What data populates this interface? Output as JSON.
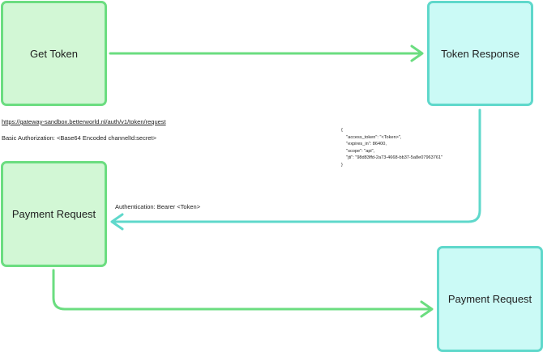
{
  "nodes": {
    "get_token": "Get Token",
    "token_response": "Token Response",
    "payment_request_1": "Payment Request",
    "payment_request_2": "Payment Request"
  },
  "annotations": {
    "token_url": "https://gateway-sandbox.betterworld.nl/auth/v1/token/request",
    "basic_authorization": "Basic Authorization: <Base64 Encoded channelId:secret>",
    "bearer_authentication": "Authentication: Bearer <Token>",
    "token_response_json": "{\n    \"access_token\": \"<Token>\",\n    \"expires_in\": 86400,\n    \"scope\": \"api\",\n    \"jti\": \"98d83ffd-2a73-4668-bb37-5a8e07963761\"\n}"
  },
  "colors": {
    "green_fill": "#d2f7d5",
    "green_stroke": "#6bdd80",
    "cyan_fill": "#cbfaf6",
    "cyan_stroke": "#5fd8cb"
  }
}
